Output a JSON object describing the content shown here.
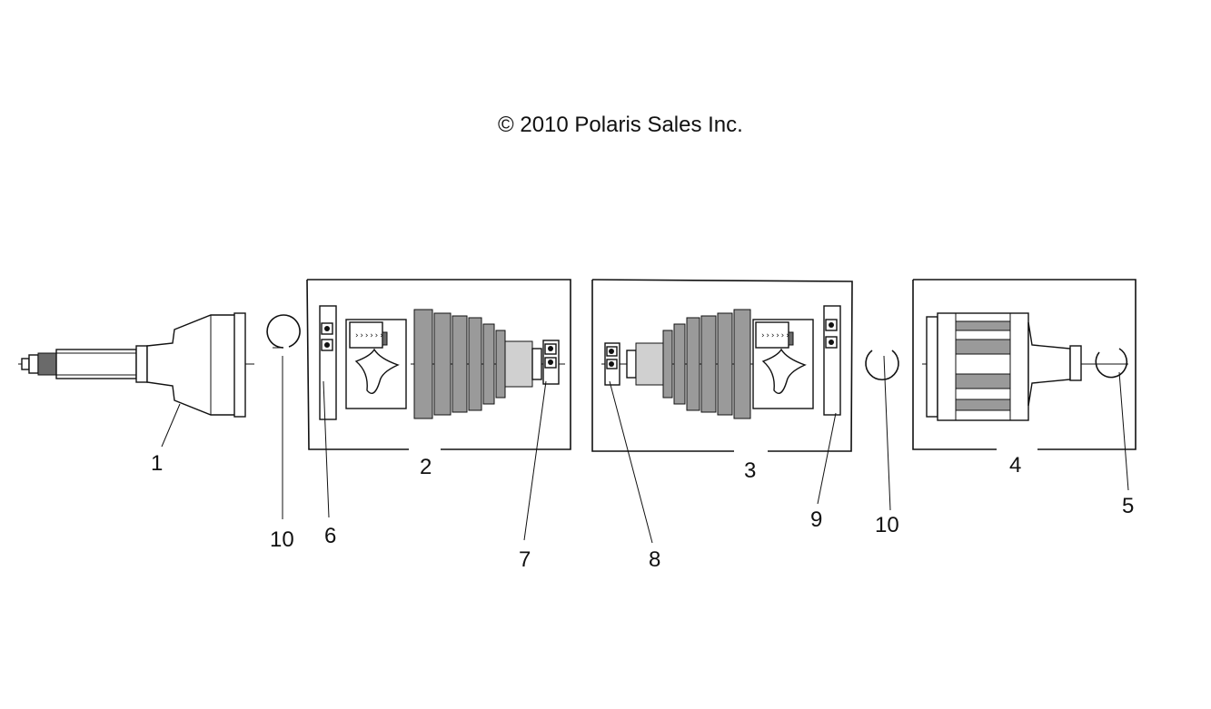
{
  "copyright": "© 2010 Polaris Sales Inc.",
  "callouts": {
    "c1": "1",
    "c2": "2",
    "c3": "3",
    "c4": "4",
    "c5": "5",
    "c6": "6",
    "c7": "7",
    "c8": "8",
    "c9": "9",
    "c10a": "10",
    "c10b": "10"
  }
}
